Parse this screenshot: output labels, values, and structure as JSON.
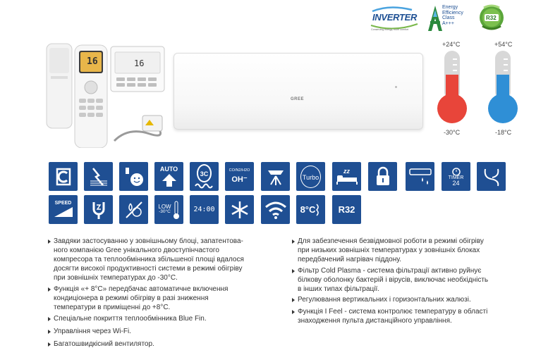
{
  "badges": {
    "inverter": {
      "label": "INVERTER",
      "subtitle": "Conserving energy, more comfort"
    },
    "energy": {
      "lines": [
        "Energy",
        "Efficiency",
        "Class",
        "A+++"
      ]
    },
    "refrigerant": {
      "label": "R32"
    }
  },
  "remote": {
    "display": "16",
    "wall_display": "16"
  },
  "unit": {
    "brand": "GREE"
  },
  "thermometers": {
    "hot": {
      "top": "+24°C",
      "bottom": "-30°C",
      "color": "#e8453a"
    },
    "cold": {
      "top": "+54°C",
      "bottom": "-18°C",
      "color": "#2f8fd6"
    }
  },
  "icons": {
    "row1": [
      {
        "name": "g-cycle-icon"
      },
      {
        "name": "cold-plasma-icon"
      },
      {
        "name": "i-feel-icon"
      },
      {
        "name": "auto-mode-icon",
        "text": "AUTO"
      },
      {
        "name": "3c-heating-icon",
        "text": "3C"
      },
      {
        "name": "ion-generator-icon",
        "text": "CO/N2/H2O",
        "text2": "OH⁻"
      },
      {
        "name": "swing-icon"
      },
      {
        "name": "turbo-icon",
        "text": "Turbo"
      },
      {
        "name": "sleep-icon",
        "text": "zz"
      },
      {
        "name": "child-lock-icon"
      },
      {
        "name": "drain-icon"
      },
      {
        "name": "timer-icon",
        "text": "TIMER",
        "text2": "24"
      },
      {
        "name": "self-clean-icon"
      }
    ],
    "row2": [
      {
        "name": "fan-speed-icon",
        "text": "SPEED"
      },
      {
        "name": "power-plug-icon"
      },
      {
        "name": "dry-icon"
      },
      {
        "name": "low-temp-icon",
        "text": "LOW",
        "text2": "-30°C"
      },
      {
        "name": "clock-icon",
        "text": "24:00"
      },
      {
        "name": "anti-freeze-icon"
      },
      {
        "name": "wifi-icon"
      },
      {
        "name": "8c-heating-icon",
        "text": "8°C"
      },
      {
        "name": "r32-icon",
        "text": "R32"
      }
    ]
  },
  "bullets_left": [
    "Завдяки застосуванню у зовнішньому блоці, запатентова-",
    "ного компанією Gree унікального двоступінчастого",
    "компресора та теплообмінника збільшеної площі вдалося",
    "досягти високої продуктивності системи в режимі обігріву",
    "при зовнішніх температурах до -30°C.",
    "Функція «+ 8°C» передбачає автоматичне включення",
    "кондиціонера в режимі обігріву в разі зниження",
    "температури в приміщенні до +8°C.",
    "Спеціальне покриття теплообмінника Blue Fin.",
    "Управління через Wi-Fi.",
    "Багатошвидкісний вентилятор."
  ],
  "bullets_right": [
    "Для забезпечення безвідмовної роботи в режимі обігріву",
    "при низьких зовнішніх температурах у зовнішніх блоках",
    "передбачений нагрівач піддону.",
    "Фільтр Cold Plasma - система фільтрації активно руйнує",
    "білкову оболонку бактерій і вірусів, виключає необхідність",
    "в інших типах фільтрації.",
    "Регулювання вертикальних і горизонтальних жалюзі.",
    "Функція I Feel - система контролює температуру в області",
    "знаходження пульта дистанційного управління."
  ]
}
